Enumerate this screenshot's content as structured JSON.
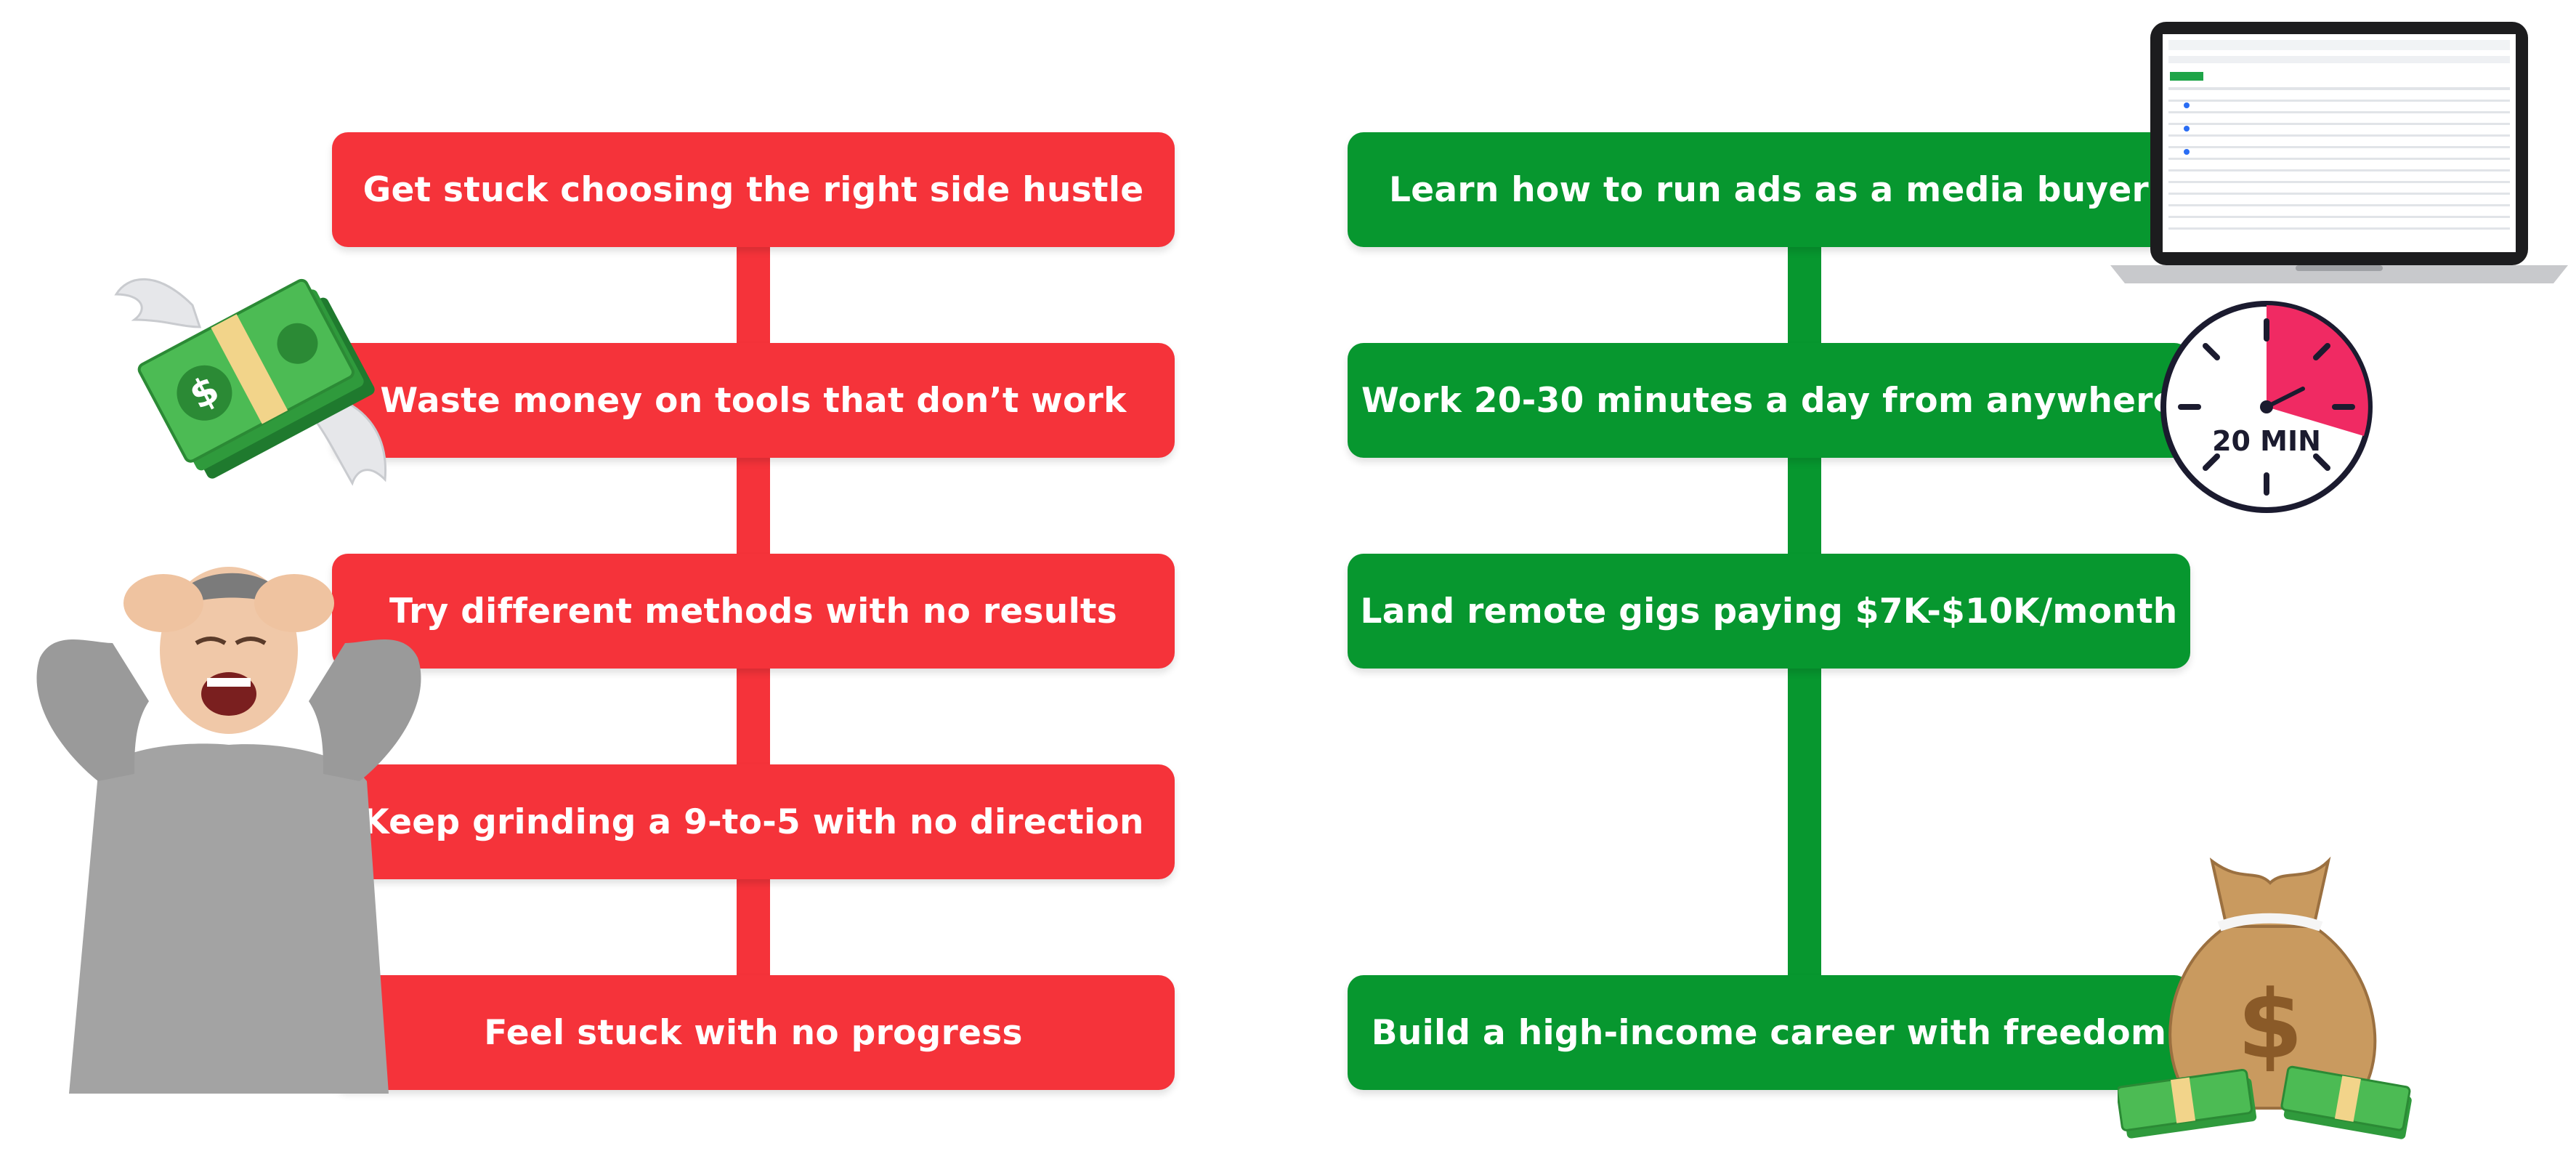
{
  "left_column": {
    "color": "#f5333a",
    "items": [
      {
        "label": "Get stuck choosing the right side hustle"
      },
      {
        "label": "Waste money on tools that don’t work"
      },
      {
        "label": "Try different methods with no results"
      },
      {
        "label": "Keep grinding a 9-to-5 with no direction"
      },
      {
        "label": "Feel stuck with no progress"
      }
    ]
  },
  "right_column": {
    "color": "#07972f",
    "items": [
      {
        "label": "Learn how to run ads as a media buyer"
      },
      {
        "label": "Work 20-30 minutes a day from anywhere"
      },
      {
        "label": "Land remote gigs paying $7K-$10K/month"
      },
      {
        "label": "Build a high-income career with freedom"
      }
    ]
  },
  "decorations": {
    "timer": {
      "label": "20 MIN",
      "accent": "#f02a63"
    },
    "icons": [
      "flying-money-icon",
      "stressed-man-image",
      "timer-icon",
      "laptop-icon",
      "money-bag-icon"
    ]
  }
}
